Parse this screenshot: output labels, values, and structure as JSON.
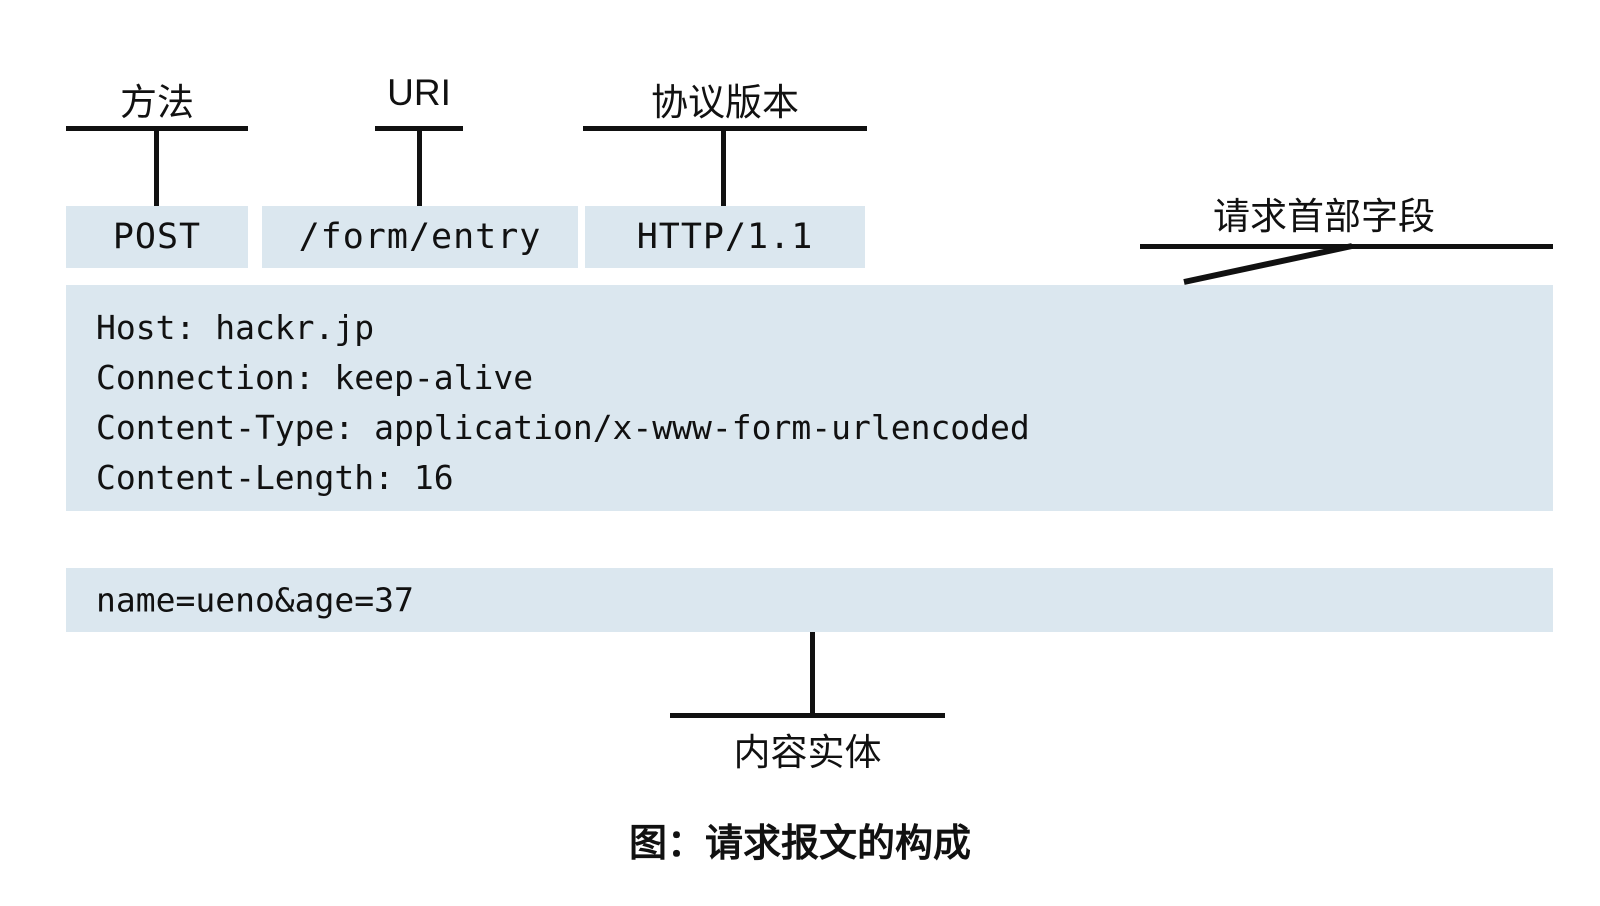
{
  "diagram": {
    "title_caption": "图：请求报文的构成",
    "accent_fill": "#dbe7ef",
    "line_color": "#111111",
    "request_line": {
      "segments": [
        {
          "label": "方法",
          "value": "POST"
        },
        {
          "label": "URI",
          "value": "/form/entry"
        },
        {
          "label": "协议版本",
          "value": "HTTP/1.1"
        }
      ]
    },
    "header_fields": {
      "label": "请求首部字段",
      "lines": [
        "Host: hackr.jp",
        "Connection: keep-alive",
        "Content-Type: application/x-www-form-urlencoded",
        "Content-Length: 16"
      ],
      "text": "Host: hackr.jp\nConnection: keep-alive\nContent-Type: application/x-www-form-urlencoded\nContent-Length: 16"
    },
    "entity_body": {
      "label": "内容实体",
      "value": "name=ueno&age=37"
    }
  }
}
